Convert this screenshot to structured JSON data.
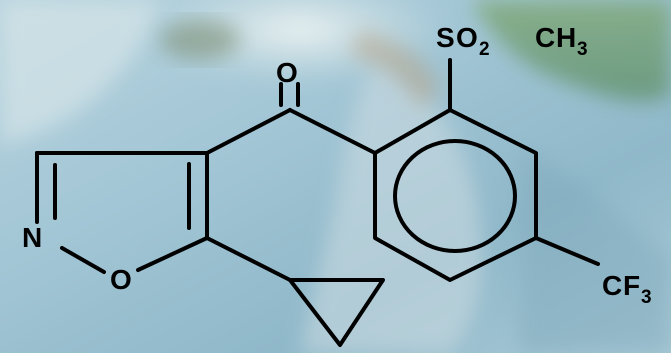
{
  "molecule": {
    "atoms": {
      "oxygen_carbonyl": "O",
      "nitrogen": "N",
      "oxygen_ring": "O",
      "sulfonyl_s": "S",
      "sulfonyl_o": "O",
      "sulfonyl_o_count": "2",
      "methyl_c": "C",
      "methyl_h": "H",
      "methyl_h_count": "3",
      "cf3_c": "C",
      "cf3_f": "F",
      "cf3_f_count": "3"
    }
  },
  "colors": {
    "bond": "#000000",
    "label": "#000000"
  }
}
